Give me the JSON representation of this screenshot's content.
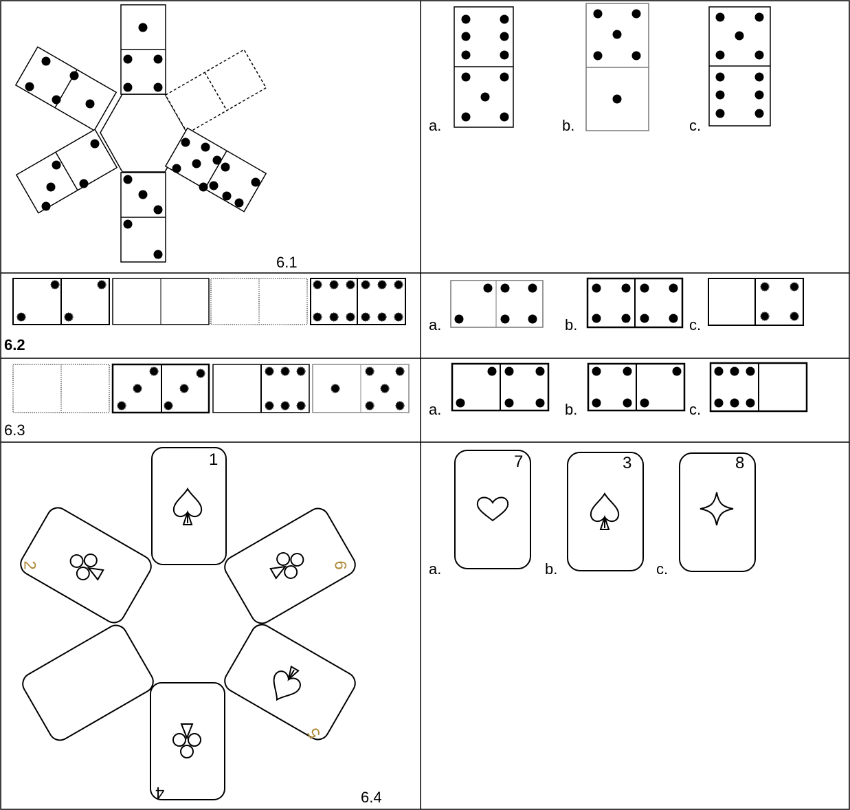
{
  "labels": {
    "p1": "6.1",
    "p2": "6.2",
    "p3": "6.3",
    "p4": "6.4"
  },
  "options": {
    "a": "a.",
    "b": "b.",
    "c": "c."
  },
  "card_numbers": {
    "top": "1",
    "upper_left": "2",
    "upper_right": "6",
    "lower_right": "5",
    "bottom": "4",
    "answer_a": "7",
    "answer_b": "3",
    "answer_c": "8"
  },
  "suits": {
    "top": "spade-icon",
    "upper_left": "club-icon",
    "upper_right": "club-icon",
    "lower_right": "spade-icon",
    "bottom": "club-icon",
    "answer_a": "heart-icon",
    "answer_b": "spade-icon",
    "answer_c": "diamond-icon"
  },
  "colors": {
    "line": "#000000",
    "card_number": "#b08a3a"
  }
}
